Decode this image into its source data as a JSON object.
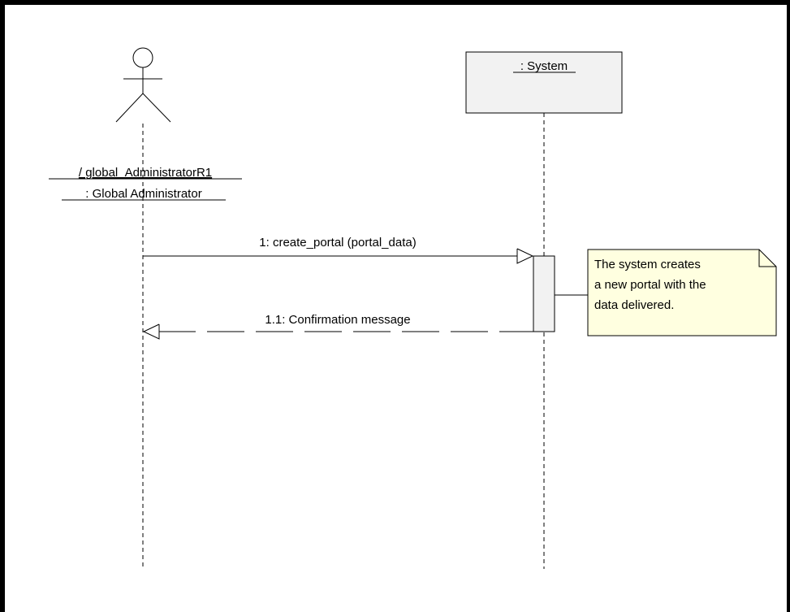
{
  "actor": {
    "role_name": "/  global_AdministratorR1",
    "class_name": ": Global Administrator"
  },
  "object": {
    "name": ": System"
  },
  "messages": [
    {
      "label": "1: create_portal (portal_data)"
    },
    {
      "label": "1.1: Confirmation message"
    }
  ],
  "note": {
    "lines": [
      "The system creates",
      "a new portal with the",
      "data delivered."
    ]
  },
  "colors": {
    "note_fill": "#ffffe0",
    "object_fill": "#f2f2f2",
    "activation_fill": "#f2f2f2"
  }
}
